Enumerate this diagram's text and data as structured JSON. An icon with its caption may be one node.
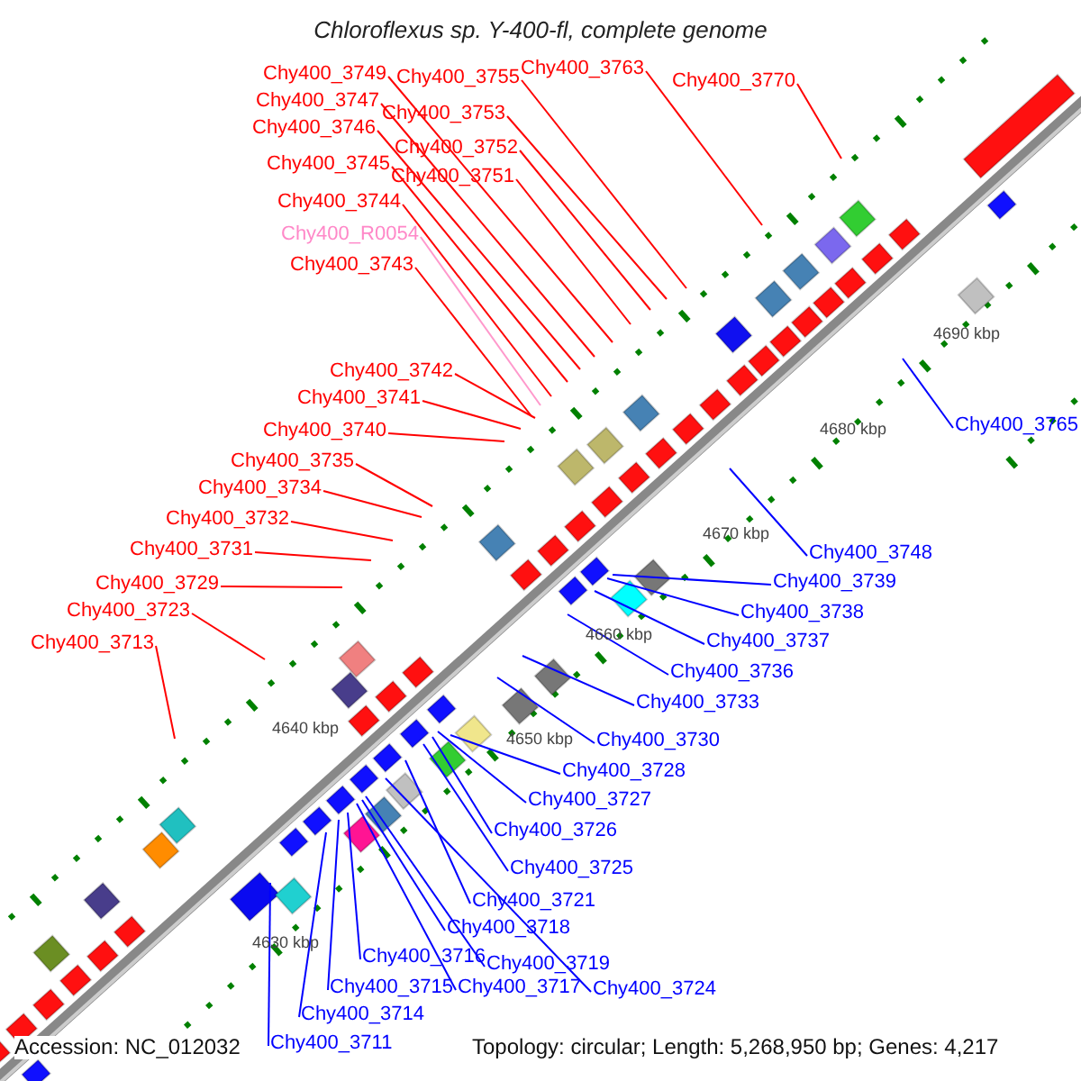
{
  "diagram": {
    "title": "Chloroflexus sp. Y-400-fl, complete genome",
    "nodes": [
      {
        "text": [
          "Chy400_3749"
        ]
      },
      {
        "text": [
          "Chy400_3755"
        ]
      },
      {
        "text": [
          "Chy400_3763"
        ]
      },
      {
        "text": [
          "Chy400_3770"
        ]
      },
      {
        "text": [
          "Chy400_3747"
        ]
      },
      {
        "text": [
          "Chy400_3753"
        ]
      },
      {
        "text": [
          "Chy400_3746"
        ]
      },
      {
        "text": [
          "Chy400_3752"
        ]
      },
      {
        "text": [
          "Chy400_3745"
        ]
      },
      {
        "text": [
          "Chy400_3751"
        ]
      },
      {
        "text": [
          "Chy400_3744"
        ]
      },
      {
        "text": [
          "Chy400_R0054"
        ]
      },
      {
        "text": [
          "Chy400_3743"
        ]
      },
      {
        "text": [
          "Chy400_3742"
        ]
      },
      {
        "text": [
          "Chy400_3741"
        ]
      },
      {
        "text": [
          "Chy400_3740"
        ]
      },
      {
        "text": [
          "Chy400_3735"
        ]
      },
      {
        "text": [
          "Chy400_3734"
        ]
      },
      {
        "text": [
          "Chy400_3732"
        ]
      },
      {
        "text": [
          "Chy400_3731"
        ]
      },
      {
        "text": [
          "Chy400_3729"
        ]
      },
      {
        "text": [
          "Chy400_3723"
        ]
      },
      {
        "text": [
          "Chy400_3713"
        ]
      },
      {
        "text": [
          "Chy400_3765"
        ]
      },
      {
        "text": [
          "Chy400_3748"
        ]
      },
      {
        "text": [
          "Chy400_3739"
        ]
      },
      {
        "text": [
          "Chy400_3738"
        ]
      },
      {
        "text": [
          "Chy400_3737"
        ]
      },
      {
        "text": [
          "Chy400_3736"
        ]
      },
      {
        "text": [
          "Chy400_3733"
        ]
      },
      {
        "text": [
          "Chy400_3730"
        ]
      },
      {
        "text": [
          "Chy400_3728"
        ]
      },
      {
        "text": [
          "Chy400_3727"
        ]
      },
      {
        "text": [
          "Chy400_3726"
        ]
      },
      {
        "text": [
          "Chy400_3725"
        ]
      },
      {
        "text": [
          "Chy400_3721"
        ]
      },
      {
        "text": [
          "Chy400_3718"
        ]
      },
      {
        "text": [
          "Chy400_3716"
        ]
      },
      {
        "text": [
          "Chy400_3719"
        ]
      },
      {
        "text": [
          "Chy400_3715"
        ]
      },
      {
        "text": [
          "Chy400_3717"
        ]
      },
      {
        "text": [
          "Chy400_3724"
        ]
      },
      {
        "text": [
          "Chy400_3714"
        ]
      },
      {
        "text": [
          "Chy400_3711"
        ]
      }
    ],
    "edges": [
      {
        "from": 0,
        "to": null,
        "arrow": "none"
      },
      {
        "from": 1,
        "to": null,
        "arrow": "none"
      },
      {
        "from": 2,
        "to": null,
        "arrow": "none"
      },
      {
        "from": 3,
        "to": null,
        "arrow": "none"
      },
      {
        "from": 4,
        "to": null,
        "arrow": "none"
      },
      {
        "from": 5,
        "to": null,
        "arrow": "none"
      },
      {
        "from": 6,
        "to": null,
        "arrow": "none"
      },
      {
        "from": 7,
        "to": null,
        "arrow": "none"
      },
      {
        "from": 8,
        "to": null,
        "arrow": "none"
      },
      {
        "from": 9,
        "to": null,
        "arrow": "none"
      },
      {
        "from": 10,
        "to": null,
        "arrow": "none"
      },
      {
        "from": 11,
        "to": null,
        "arrow": "none",
        "color": "#ff99cc"
      },
      {
        "from": 12,
        "to": null,
        "arrow": "none"
      },
      {
        "from": 13,
        "to": null,
        "arrow": "none"
      },
      {
        "from": 14,
        "to": null,
        "arrow": "none"
      },
      {
        "from": 15,
        "to": null,
        "arrow": "none"
      },
      {
        "from": 16,
        "to": null,
        "arrow": "none"
      },
      {
        "from": 17,
        "to": null,
        "arrow": "none"
      },
      {
        "from": 18,
        "to": null,
        "arrow": "none"
      },
      {
        "from": 19,
        "to": null,
        "arrow": "none"
      },
      {
        "from": 20,
        "to": null,
        "arrow": "none"
      },
      {
        "from": 21,
        "to": null,
        "arrow": "none"
      },
      {
        "from": 22,
        "to": null,
        "arrow": "none"
      },
      {
        "from": 23,
        "to": null,
        "arrow": "none",
        "color": "#0000ff"
      },
      {
        "from": 24,
        "to": null,
        "arrow": "none",
        "color": "#0000ff"
      },
      {
        "from": 25,
        "to": null,
        "arrow": "none",
        "color": "#0000ff"
      },
      {
        "from": 26,
        "to": null,
        "arrow": "none",
        "color": "#0000ff"
      },
      {
        "from": 27,
        "to": null,
        "arrow": "none",
        "color": "#0000ff"
      },
      {
        "from": 28,
        "to": null,
        "arrow": "none",
        "color": "#0000ff"
      },
      {
        "from": 29,
        "to": null,
        "arrow": "none",
        "color": "#0000ff"
      },
      {
        "from": 30,
        "to": null,
        "arrow": "none",
        "color": "#0000ff"
      },
      {
        "from": 31,
        "to": null,
        "arrow": "none",
        "color": "#0000ff"
      },
      {
        "from": 32,
        "to": null,
        "arrow": "none",
        "color": "#0000ff"
      },
      {
        "from": 33,
        "to": null,
        "arrow": "none",
        "color": "#0000ff"
      },
      {
        "from": 34,
        "to": null,
        "arrow": "none",
        "color": "#0000ff"
      },
      {
        "from": 35,
        "to": null,
        "arrow": "none",
        "color": "#0000ff"
      },
      {
        "from": 36,
        "to": null,
        "arrow": "none",
        "color": "#0000ff"
      },
      {
        "from": 37,
        "to": null,
        "arrow": "none",
        "color": "#0000ff"
      },
      {
        "from": 38,
        "to": null,
        "arrow": "none",
        "color": "#0000ff"
      },
      {
        "from": 39,
        "to": null,
        "arrow": "none",
        "color": "#0000ff"
      },
      {
        "from": 40,
        "to": null,
        "arrow": "none",
        "color": "#0000ff"
      },
      {
        "from": 41,
        "to": null,
        "arrow": "none",
        "color": "#0000ff"
      },
      {
        "from": 42,
        "to": null,
        "arrow": "none",
        "color": "#0000ff"
      },
      {
        "from": 43,
        "to": null,
        "arrow": "none",
        "color": "#0000ff"
      }
    ],
    "labels": [
      "4690 kbp",
      "4680 kbp",
      "4670 kbp",
      "4660 kbp",
      "4650 kbp",
      "4640 kbp",
      "4630 kbp",
      "Accession: NC_012032",
      "Topology: circular; Length: 5,268,950 bp; Genes: 4,217"
    ]
  }
}
